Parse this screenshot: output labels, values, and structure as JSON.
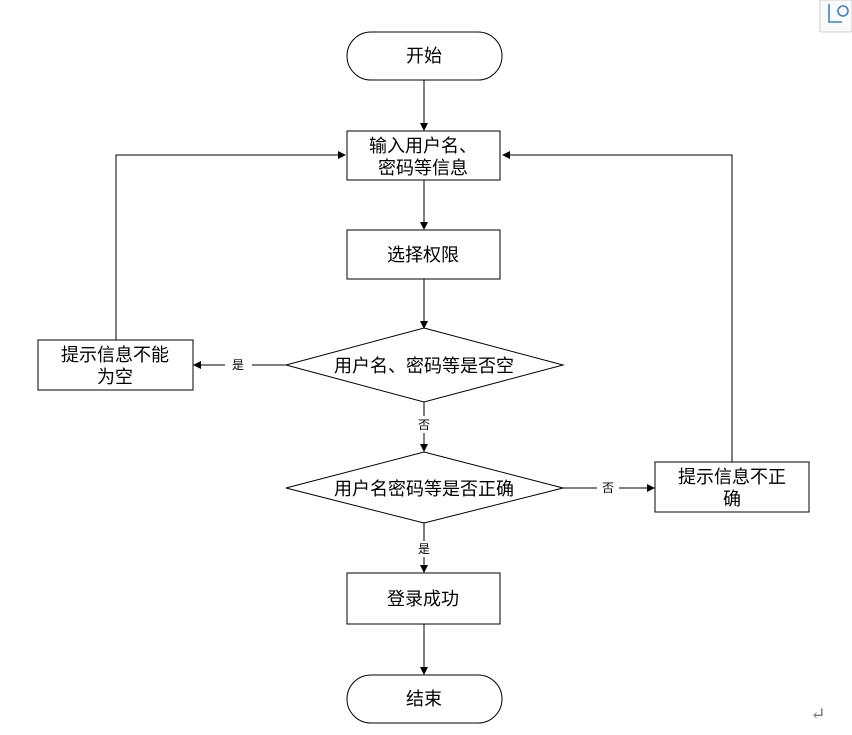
{
  "diagram": {
    "nodes": {
      "start": {
        "label": "开始"
      },
      "input": {
        "line1": "输入用户名、",
        "line2": "密码等信息"
      },
      "permission": {
        "label": "选择权限"
      },
      "check_empty": {
        "label": "用户名、密码等是否空"
      },
      "empty_tip": {
        "line1": "提示信息不能",
        "line2": "为空"
      },
      "check_correct": {
        "label": "用户名密码等是否正确"
      },
      "wrong_tip": {
        "line1": "提示信息不正",
        "line2": "确"
      },
      "success": {
        "label": "登录成功"
      },
      "end": {
        "label": "结束"
      }
    },
    "edge_labels": {
      "empty_yes": "是",
      "empty_no": "否",
      "correct_no": "否",
      "correct_yes": "是"
    }
  },
  "page": {
    "paragraph_mark": "↵",
    "corner_icon": "search-icon"
  }
}
